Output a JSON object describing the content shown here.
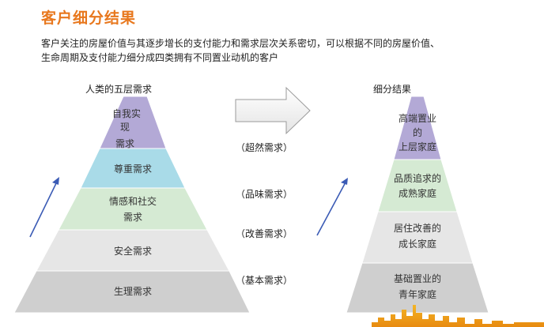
{
  "title": "客户细分结果",
  "description": [
    "客户关注的房屋价值与其逐步增长的支付能力和需求层次关系密切，可以根据不同的房屋价值、",
    "生命周期及支付能力细分成四类拥有不同置业动机的客户"
  ],
  "left_pyramid": {
    "heading": "人类的五层需求",
    "tiers": [
      {
        "lines": [
          "自我实",
          "现"
        ],
        "extra": "需求",
        "color": "#b3a9d6"
      },
      {
        "lines": [
          "尊重需求"
        ],
        "color": "#a9dbe8"
      },
      {
        "lines": [
          "情感和社交",
          "需求"
        ],
        "color": "#d5ead3"
      },
      {
        "lines": [
          "安全需求"
        ],
        "color": "#e6e6e6"
      },
      {
        "lines": [
          "生理需求"
        ],
        "color": "#cfcfcf"
      }
    ]
  },
  "right_pyramid": {
    "heading": "细分结果",
    "tiers": [
      {
        "lines": [
          "高端置业",
          "的",
          "上层家庭"
        ],
        "color": "#b3a9d6"
      },
      {
        "lines": [
          "品质追求的",
          "成熟家庭"
        ],
        "color": "#d5ead3"
      },
      {
        "lines": [
          "居住改善的",
          "成长家庭"
        ],
        "color": "#e6e6e6"
      },
      {
        "lines": [
          "基础置业的",
          "青年家庭"
        ],
        "color": "#cfcfcf"
      }
    ]
  },
  "middle_labels": [
    "（超然需求）",
    "（品味需求）",
    "（改善需求）",
    "（基本需求）"
  ],
  "colors": {
    "accent_orange": "#e8781e",
    "arrow_blue": "#3b5bb5"
  }
}
